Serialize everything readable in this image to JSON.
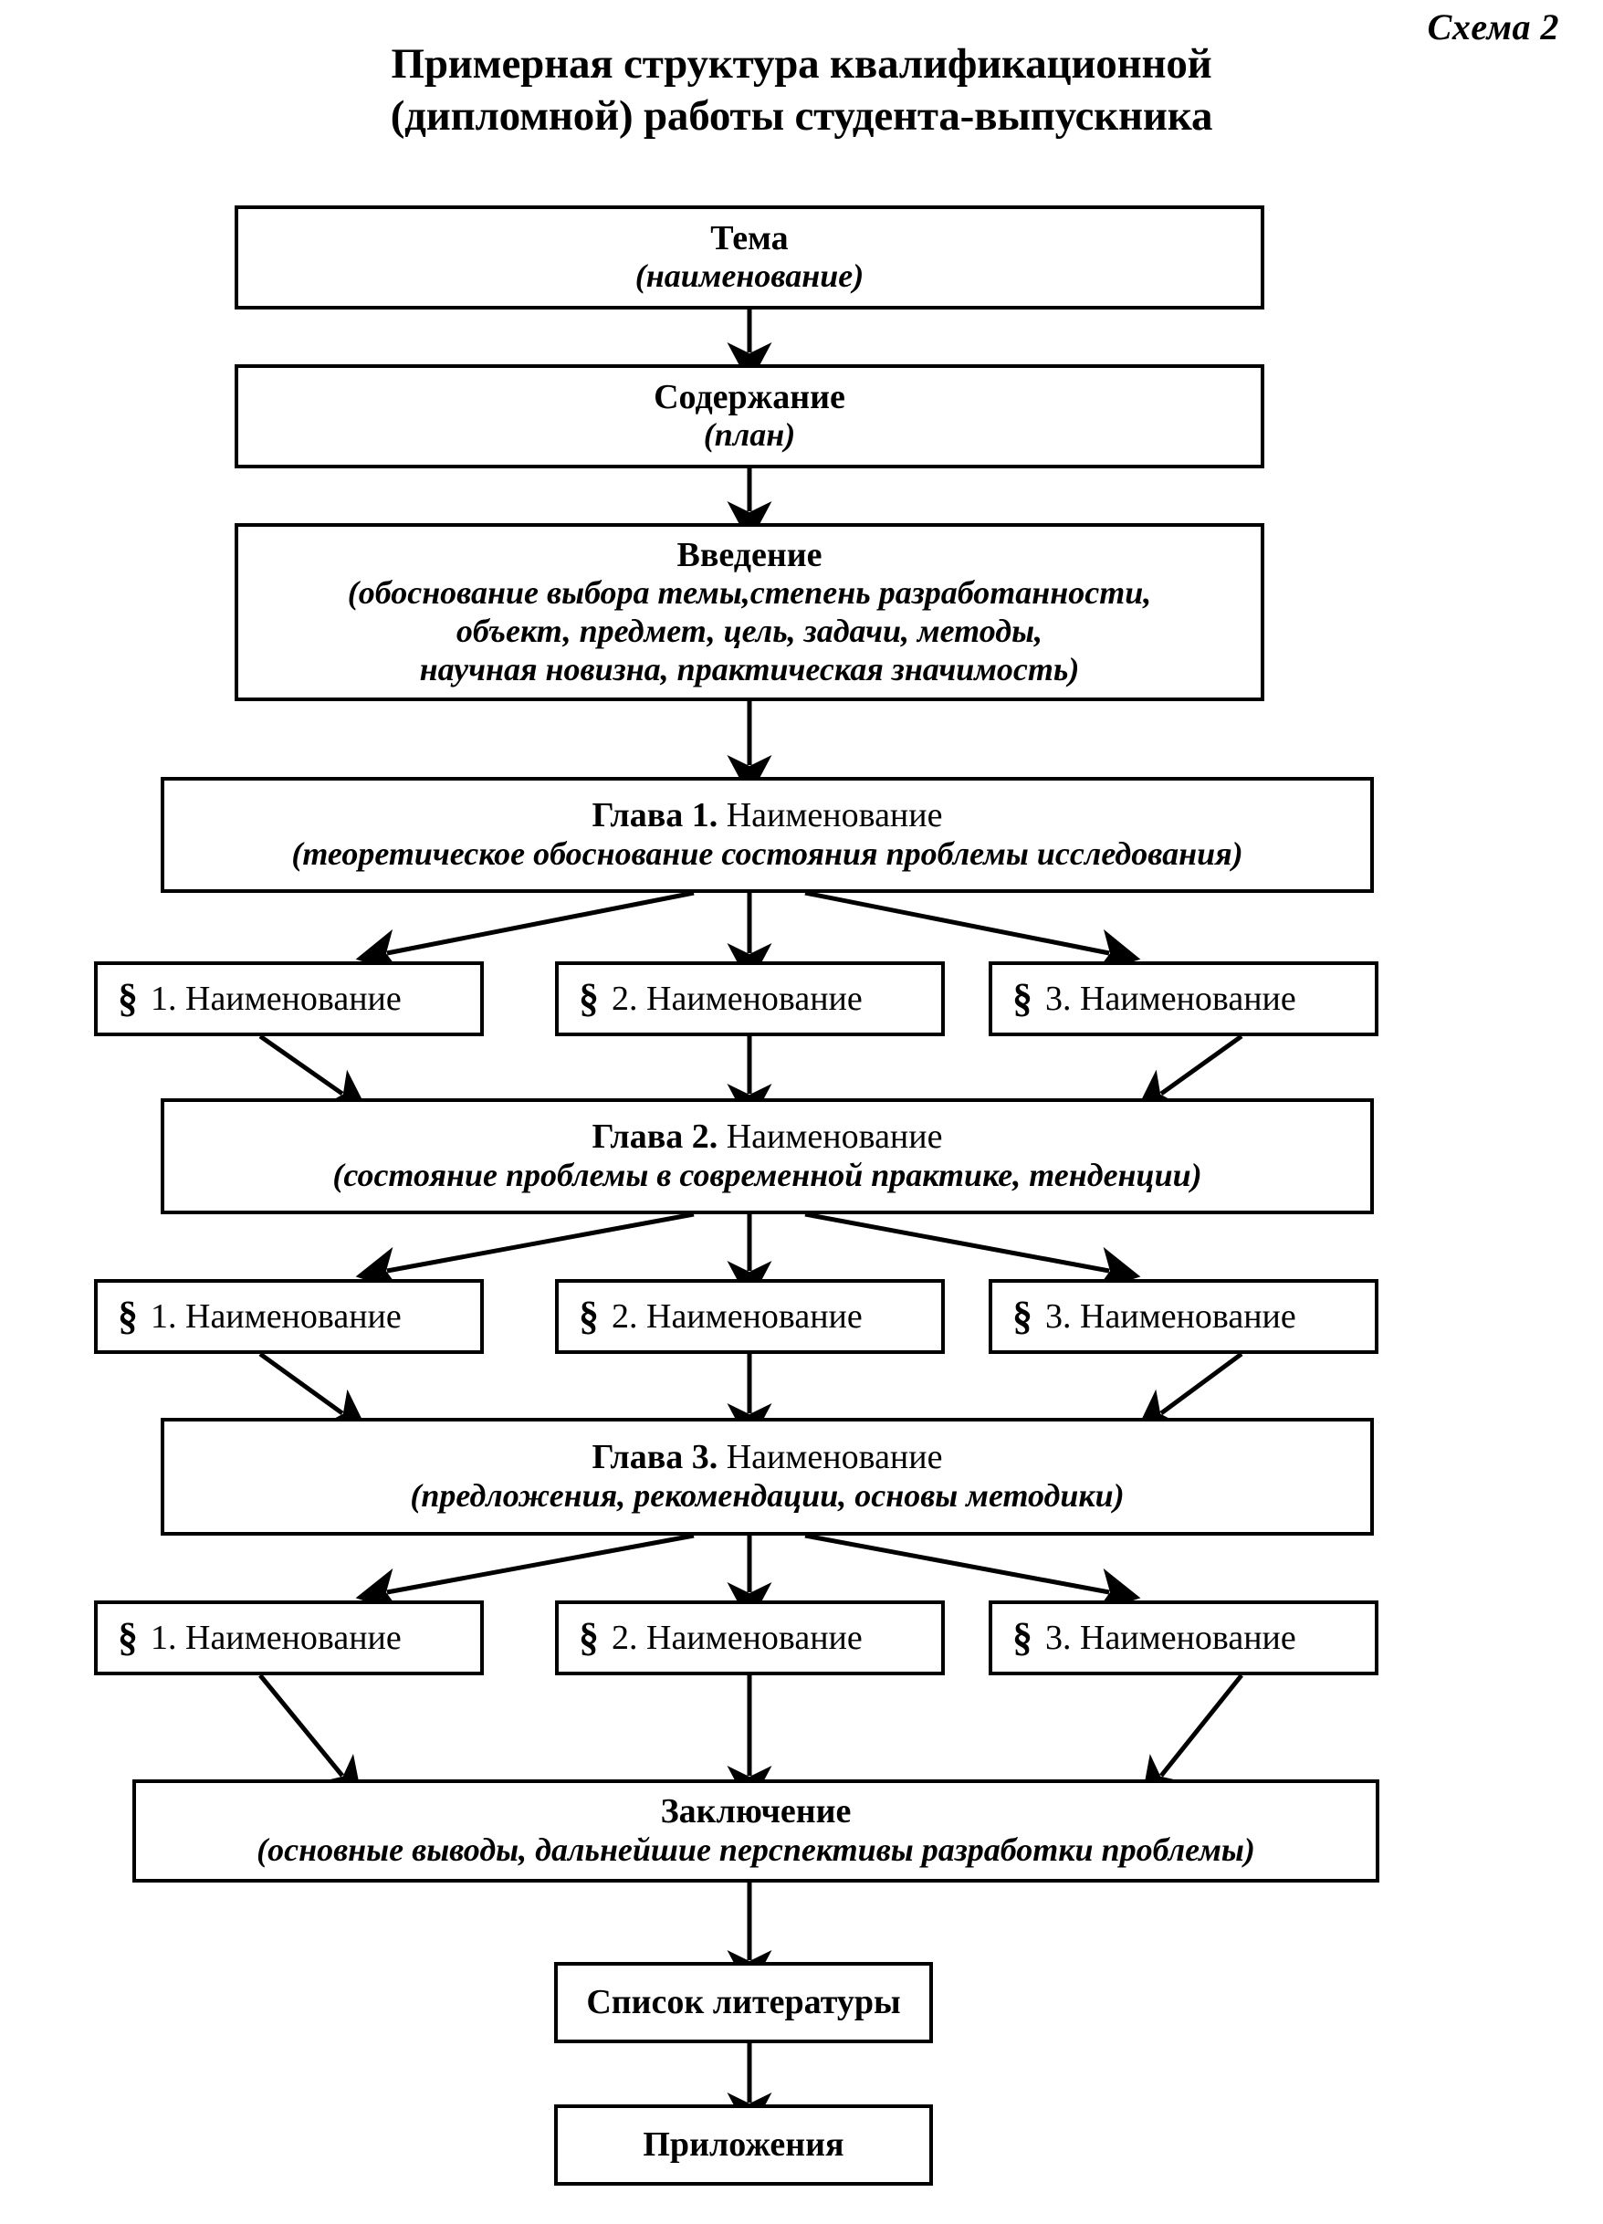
{
  "scheme_label": "Схема 2",
  "title": {
    "line1": "Примерная структура квалификационной",
    "line2": "(дипломной) работы студента-выпускника"
  },
  "nodes": {
    "tema": {
      "title": "Тема",
      "sub1": "(наименование)"
    },
    "soderzhanie": {
      "title": "Содержание",
      "sub1": "(план)"
    },
    "vvedenie": {
      "title": "Введение",
      "sub1": "(обоснование выбора темы,степень разработанности,",
      "sub2": "объект, предмет, цель, задачи, методы,",
      "sub3": "научная новизна, практическая значимость)"
    },
    "glava1": {
      "strong": "Глава 1.",
      "reg": " Наименование",
      "sub1": "(теоретическое обоснование состояния проблемы исследования)"
    },
    "glava2": {
      "strong": "Глава 2.",
      "reg": " Наименование",
      "sub1": "(состояние проблемы в современной практике, тенденции)"
    },
    "glava3": {
      "strong": "Глава 3.",
      "reg": " Наименование",
      "sub1": "(предложения, рекомендации, основы методики)"
    },
    "zaklyuchenie": {
      "title": "Заключение",
      "sub1": "(основные выводы, дальнейшие перспективы разработки проблемы)"
    },
    "spisok": {
      "title": "Список литературы"
    },
    "prilozheniya": {
      "title": "Приложения"
    }
  },
  "paragraph_sign": "§",
  "paragraph_rows": [
    {
      "row": "glava1-paragraphs",
      "items": [
        {
          "label": "1. Наименование"
        },
        {
          "label": "2. Наименование"
        },
        {
          "label": "3. Наименование"
        }
      ]
    },
    {
      "row": "glava2-paragraphs",
      "items": [
        {
          "label": "1. Наименование"
        },
        {
          "label": "2. Наименование"
        },
        {
          "label": "3. Наименование"
        }
      ]
    },
    {
      "row": "glava3-paragraphs",
      "items": [
        {
          "label": "1. Наименование"
        },
        {
          "label": "2. Наименование"
        },
        {
          "label": "3. Наименование"
        }
      ]
    }
  ],
  "colors": {
    "ink": "#000000",
    "paper": "#ffffff"
  }
}
